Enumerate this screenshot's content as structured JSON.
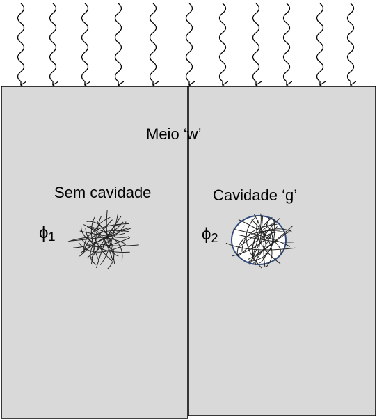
{
  "diagram": {
    "medium_label": "Meio ‘w’",
    "left_block": {
      "label": "Sem cavidade",
      "symbol": "ϕ",
      "subscript": "1"
    },
    "right_block": {
      "label": "Cavidade ‘g’",
      "symbol": "ϕ",
      "subscript": "2"
    },
    "colors": {
      "block_fill": "#d9d9d9",
      "block_stroke": "#000000",
      "cavity_fill": "#ffffff",
      "cavity_stroke": "#2f4a7a",
      "fiber_stroke": "#222222"
    }
  }
}
